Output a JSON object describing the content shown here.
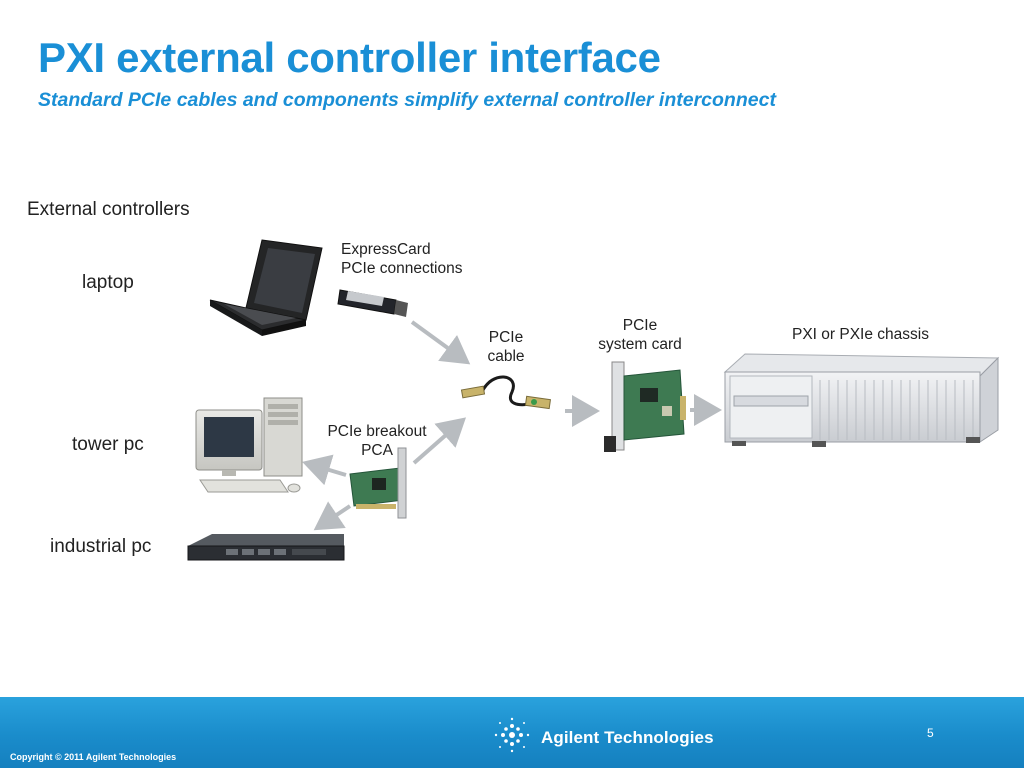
{
  "slide": {
    "title": "PXI external controller interface",
    "subtitle": "Standard PCIe cables and components simplify external controller interconnect"
  },
  "diagram": {
    "heading": "External controllers",
    "controllers": [
      "laptop",
      "tower pc",
      "industrial pc"
    ],
    "expresscard_label_1": "ExpressCard",
    "expresscard_label_2": "PCIe connections",
    "breakout_label_1": "PCIe breakout",
    "breakout_label_2": "PCA",
    "cable_label_1": "PCIe",
    "cable_label_2": "cable",
    "system_card_label_1": "PCIe",
    "system_card_label_2": "system card",
    "chassis_label": "PXI or PXIe chassis"
  },
  "footer": {
    "copyright": "Copyright © 2011  Agilent Technologies",
    "brand": "Agilent Technologies",
    "page_number": "5",
    "background_color": "#1a8ccb"
  },
  "colors": {
    "title": "#1a8fd6",
    "arrow": "#b8bcc0"
  }
}
